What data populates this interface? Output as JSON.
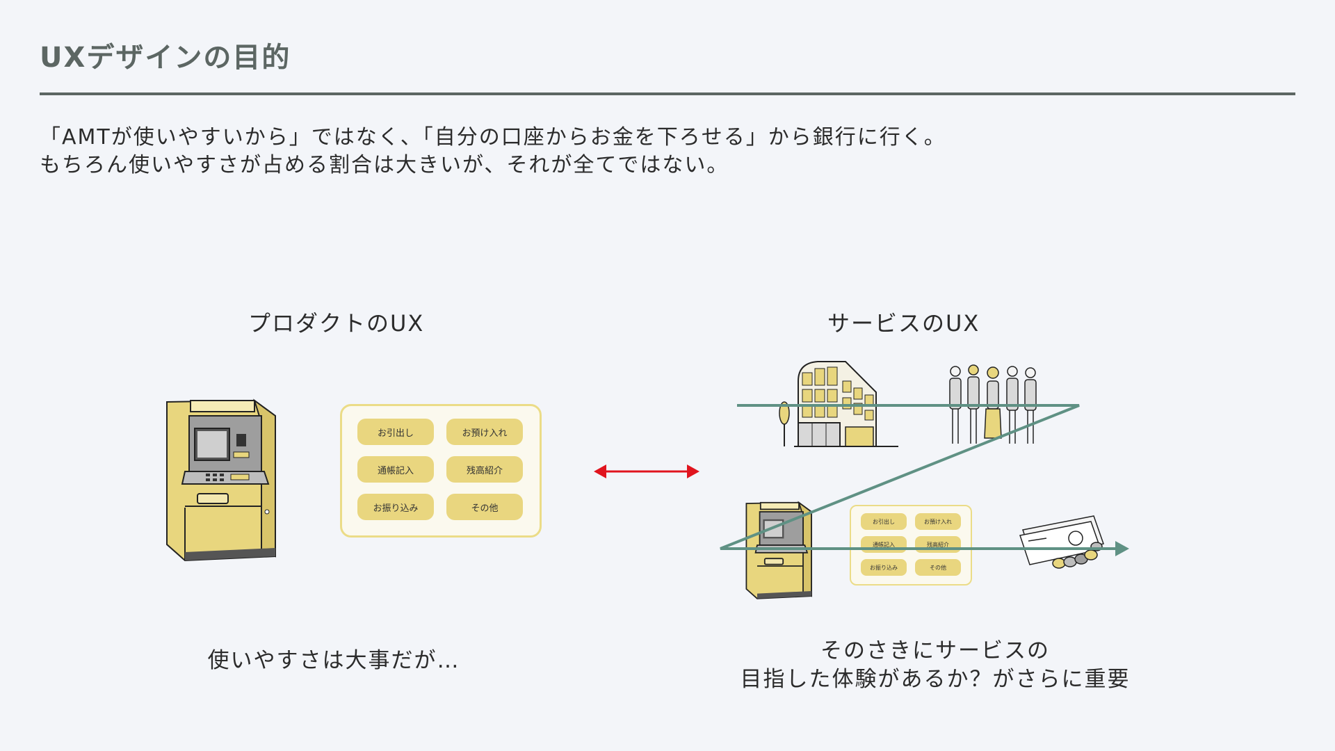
{
  "title": "UXデザインの目的",
  "intro": {
    "line1": "「AMTが使いやすいから」ではなく、「自分の口座からお金を下ろせる」から銀行に行く。",
    "line2": "もちろん使いやすさが占める割合は大きいが、それが全てではない。"
  },
  "product": {
    "heading": "プロダクトのUX",
    "caption": "使いやすさは大事だが…",
    "menu": [
      "お引出し",
      "お預け入れ",
      "通帳記入",
      "残高紹介",
      "お振り込み",
      "その他"
    ]
  },
  "service": {
    "heading": "サービスのUX",
    "caption_line1": "そのさきにサービスの",
    "caption_line2": "目指した体験があるか？がさらに重要",
    "menu": [
      "お引出し",
      "お預け入れ",
      "通帳記入",
      "残高紹介",
      "お振り込み",
      "その他"
    ]
  },
  "colors": {
    "accent_yellow": "#e9d67f",
    "flow_green": "#5f9184",
    "arrow_red": "#e0141e",
    "heading_gray": "#5c6663"
  },
  "icons": [
    "atm-icon",
    "bank-building-icon",
    "people-queue-icon",
    "cash-and-coins-icon",
    "double-arrow-icon",
    "flow-arrow-icon"
  ]
}
